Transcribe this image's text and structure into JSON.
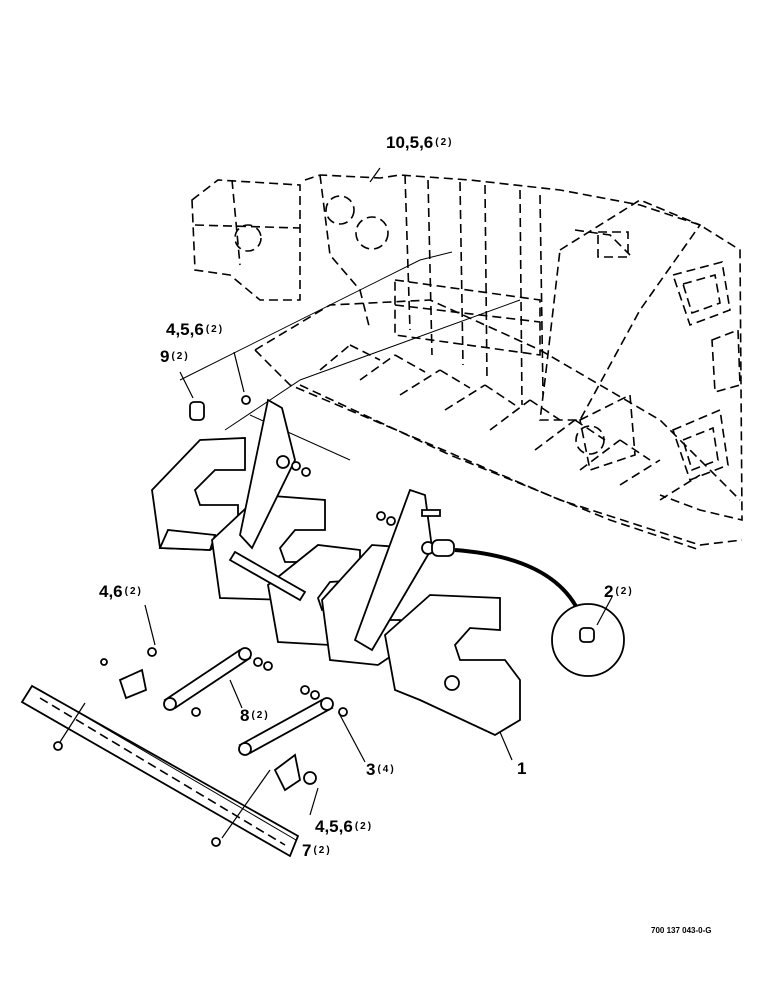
{
  "callouts": {
    "c10": {
      "num": "10,5,6",
      "qty": "(2)"
    },
    "c4a": {
      "num": "4,5,6",
      "qty": "(2)"
    },
    "c9": {
      "num": "9",
      "qty": "(2)"
    },
    "c2": {
      "num": "2",
      "qty": "(2)"
    },
    "c46": {
      "num": "4,6",
      "qty": "(2)"
    },
    "c8": {
      "num": "8",
      "qty": "(2)"
    },
    "c3": {
      "num": "3",
      "qty": "(4)"
    },
    "c1": {
      "num": "1"
    },
    "c4b": {
      "num": "4,5,6",
      "qty": "(2)"
    },
    "c7": {
      "num": "7",
      "qty": "(2)"
    }
  },
  "drawing_number": "700 137 043-0-G"
}
